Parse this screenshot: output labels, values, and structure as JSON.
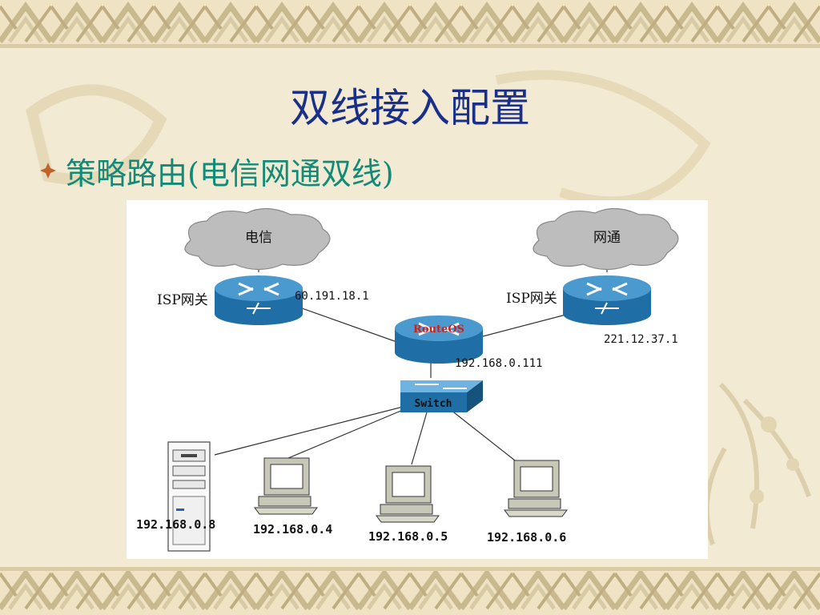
{
  "slide": {
    "title": "双线接入配置",
    "bullet": "策略路由(电信网通双线)"
  },
  "colors": {
    "title": "#1a2f8a",
    "bullet_text": "#118a78",
    "bullet_icon": "#c0622a",
    "router_blue": "#2e7fb8",
    "cloud_gray": "#b8b8b8",
    "background": "#f3ead3"
  },
  "diagram": {
    "clouds": [
      {
        "label": "电信"
      },
      {
        "label": "网通"
      }
    ],
    "isp_gateways": [
      {
        "label": "ISP网关",
        "ip": "60.191.18.1"
      },
      {
        "label": "ISP网关",
        "ip": "221.12.37.1"
      }
    ],
    "router": {
      "label": "RouteOS",
      "ip": "192.168.0.111"
    },
    "switch": {
      "label": "Switch"
    },
    "hosts": [
      {
        "kind": "server",
        "ip": "192.168.0.8"
      },
      {
        "kind": "pc",
        "ip": "192.168.0.4"
      },
      {
        "kind": "pc",
        "ip": "192.168.0.5"
      },
      {
        "kind": "pc",
        "ip": "192.168.0.6"
      }
    ]
  }
}
